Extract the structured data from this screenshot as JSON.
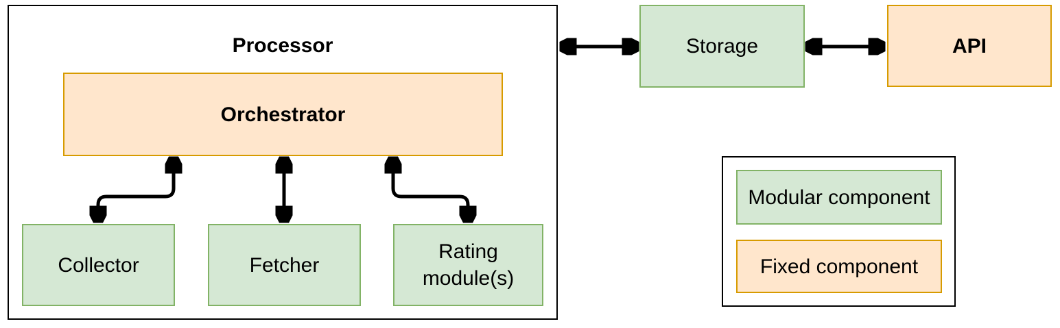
{
  "diagram": {
    "processor": {
      "label": "Processor"
    },
    "orchestrator": {
      "label": "Orchestrator"
    },
    "modules": [
      {
        "id": "collector",
        "label": "Collector"
      },
      {
        "id": "fetcher",
        "label": "Fetcher"
      },
      {
        "id": "rating",
        "label": "Rating module(s)"
      }
    ],
    "storage": {
      "label": "Storage"
    },
    "api": {
      "label": "API"
    },
    "legend": {
      "modular": {
        "label": "Modular component"
      },
      "fixed": {
        "label": "Fixed component"
      }
    },
    "connections": [
      {
        "from": "Processor",
        "to": "Storage",
        "type": "bidirectional"
      },
      {
        "from": "Storage",
        "to": "API",
        "type": "bidirectional"
      },
      {
        "from": "Orchestrator",
        "to": "Collector",
        "type": "bidirectional"
      },
      {
        "from": "Orchestrator",
        "to": "Fetcher",
        "type": "bidirectional"
      },
      {
        "from": "Orchestrator",
        "to": "Rating module(s)",
        "type": "bidirectional"
      }
    ],
    "colors": {
      "modular_fill": "#d5e8d4",
      "modular_border": "#82b366",
      "fixed_fill": "#ffe6cc",
      "fixed_border": "#d79b00",
      "frame_border": "#000000",
      "arrow": "#000000"
    }
  }
}
